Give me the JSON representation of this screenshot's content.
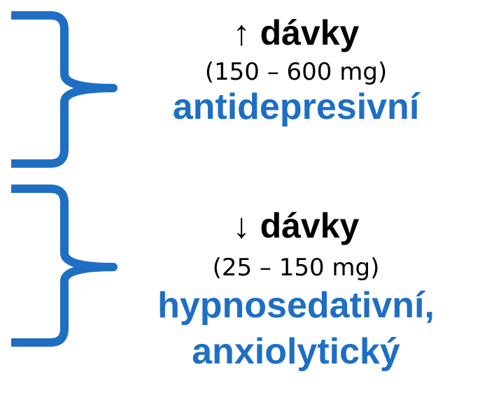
{
  "colors": {
    "accent": "#1e6fc4",
    "text": "#000000"
  },
  "high_dose": {
    "arrow": "↑",
    "label": "dávky",
    "range": "(150 – 600 mg)",
    "effects": [
      "antidepresivní"
    ]
  },
  "low_dose": {
    "arrow": "↓",
    "label": "dávky",
    "range": "(25 – 150 mg)",
    "effects": [
      "hypnosedativní,",
      "anxiolytický"
    ]
  }
}
